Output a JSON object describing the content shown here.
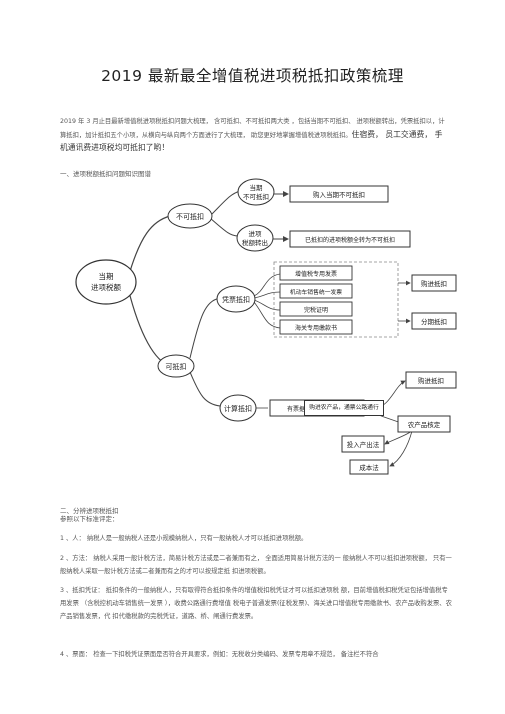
{
  "doc": {
    "title": "2019 最新最全增值税进项税抵扣政策梳理",
    "intro_main": "2019 年 3 月止目最新增值税进项税抵扣问题大梳理， 含可抵扣、不可抵扣两大类 ，包括当期不可抵扣、 进项税额转出，凭票抵扣以，计算抵扣，加计抵扣五个小项，从横向与纵向两个方面进行了大梳理， 助您更好地掌握增值税进项税抵扣。",
    "intro_highlight": "住宿费， 员工交通费， 手机通讯费进项税均可抵扣了哟！",
    "section1": "一、进项税额抵扣问题知识图谱",
    "section2": "二、分辨进项税抵扣",
    "section2_sub": "参照以下标准评定：",
    "para1": "1 、人：  纳税人是一般纳税人还是小规模纳税人，只有一般纳税人才可以抵扣进项税额。",
    "para2": "2 、方法：  纳税人采用一般计税方法，简易计税方法或是二者兼而有之，  全面适用简易计税方法的一  般纳税人不可以抵扣进项税额，  只有一般纳税人采取一般计税方法或二者兼而有之的才可以按规定抵  扣进项税额。",
    "para3": "3 、抵扣凭证：  抵扣条件的一般纳税人，只有取得符合抵扣条件的增值税扣税凭证才可以抵扣进项税  额，目前增值税扣税凭证包括增值税专用发票  （含税控机动车销售统一发票  ），收费公路通行费增值  税电子普通发票(征税发票)、海关进口增值税专用缴款书、农产品收购发票、农产品销售发票，代  扣代缴税款的完税凭证，道路、桥、闸通行费发票。",
    "para4": "4 、票面：  检查一下扣税凭证票面是否符合开具要求，例如：无税收分类编码、发票专用章不规范，  备注栏不符合"
  },
  "diagram": {
    "root": "当期\n进项税额",
    "cannot": "不可抵扣",
    "can": "可抵扣",
    "current_cannot": "当期\n不可抵扣",
    "transfer_out": "进项\n税额转出",
    "current_cannot_desc": "购入当期不可抵扣",
    "transfer_desc": "已抵扣的进项税额全转为不可抵扣",
    "voucher": "凭票抵扣",
    "calc": "计算抵扣",
    "v1": "增值税专用发票",
    "v2": "机动车销售统一发票",
    "v3": "完税证明",
    "v4": "海关专用缴款书",
    "purchase_deduct": "购进抵扣",
    "period_deduct": "分期抵扣",
    "calc_desc": "有票据税额抵扣率抵扣",
    "farm_desc": "购进农产品，通票公路通行",
    "purchase_deduct2": "购进抵扣",
    "farm_verify": "农产品核定",
    "input_output": "投入产出法",
    "cost_method": "成本法"
  }
}
